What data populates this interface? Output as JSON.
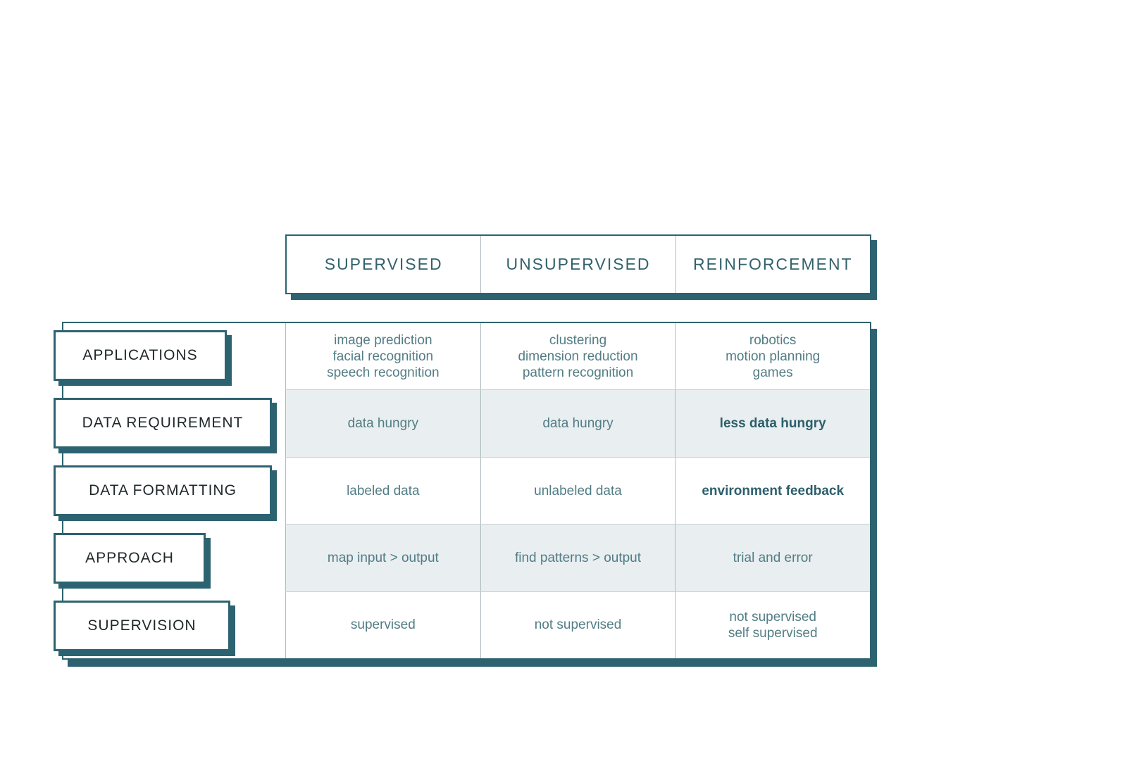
{
  "title": "machine learning paradigms comparison table",
  "header": {
    "columns": [
      "SUPERVISED",
      "UNSUPERVISED",
      "REINFORCEMENT"
    ]
  },
  "rows": [
    {
      "label": "APPLICATIONS",
      "cells": [
        {
          "lines": [
            "image prediction",
            "facial recognition",
            "speech recognition"
          ],
          "bold": false
        },
        {
          "lines": [
            "clustering",
            "dimension reduction",
            "pattern recognition"
          ],
          "bold": false
        },
        {
          "lines": [
            "robotics",
            "motion planning",
            "games"
          ],
          "bold": false
        }
      ]
    },
    {
      "label": "DATA REQUIREMENT",
      "cells": [
        {
          "lines": [
            "data hungry"
          ],
          "bold": false
        },
        {
          "lines": [
            "data hungry"
          ],
          "bold": false
        },
        {
          "lines": [
            "less data hungry"
          ],
          "bold": true
        }
      ]
    },
    {
      "label": "DATA FORMATTING",
      "cells": [
        {
          "lines": [
            "labeled data"
          ],
          "bold": false
        },
        {
          "lines": [
            "unlabeled data"
          ],
          "bold": false
        },
        {
          "lines": [
            "environment feedback"
          ],
          "bold": true
        }
      ]
    },
    {
      "label": "APPROACH",
      "cells": [
        {
          "lines": [
            "map input > output"
          ],
          "bold": false
        },
        {
          "lines": [
            "find patterns > output"
          ],
          "bold": false
        },
        {
          "lines": [
            "trial and error"
          ],
          "bold": false
        }
      ]
    },
    {
      "label": "SUPERVISION",
      "cells": [
        {
          "lines": [
            "supervised"
          ],
          "bold": false
        },
        {
          "lines": [
            "not supervised"
          ],
          "bold": false
        },
        {
          "lines": [
            "not supervised",
            "self supervised"
          ],
          "bold": false
        }
      ]
    }
  ],
  "colors": {
    "accent": "#2d6370",
    "header_text": "#33626e",
    "cell_text": "#527d85",
    "cell_text_bold": "#2d5f6b",
    "label_text": "#1f2729",
    "row_shade": "#e9eef0",
    "divider_v": "#aebbbe",
    "divider_h": "#c9d1d3",
    "bg": "#ffffff"
  }
}
